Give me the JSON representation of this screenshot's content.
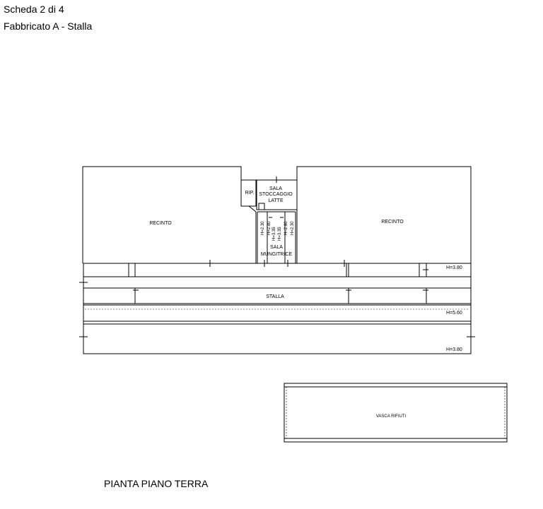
{
  "header": {
    "sheet": "Scheda 2 di 4",
    "building": "Fabbricato A - Stalla"
  },
  "rooms": {
    "recinto_left": "RECINTO",
    "recinto_right": "RECINTO",
    "rip": "RIP.",
    "sala_stoccaggio": [
      "SALA",
      "STOCCAGGIO",
      "LATTE"
    ],
    "sala_mungitrice": [
      "SALA",
      "MUNGITRICE"
    ],
    "stalla": "STALLA",
    "vasca": "VASCA RIFIUTI"
  },
  "heights": {
    "h1": "H=3.80",
    "h2": "H=5.60",
    "h3": "H=3.80",
    "v1": "H=2.30",
    "v2": "H=2.80",
    "v3": "H=3.35",
    "v4": "H=3.35",
    "v5": "H=2.80",
    "v6": "H=2.30"
  },
  "title": "PIANTA PIANO TERRA"
}
